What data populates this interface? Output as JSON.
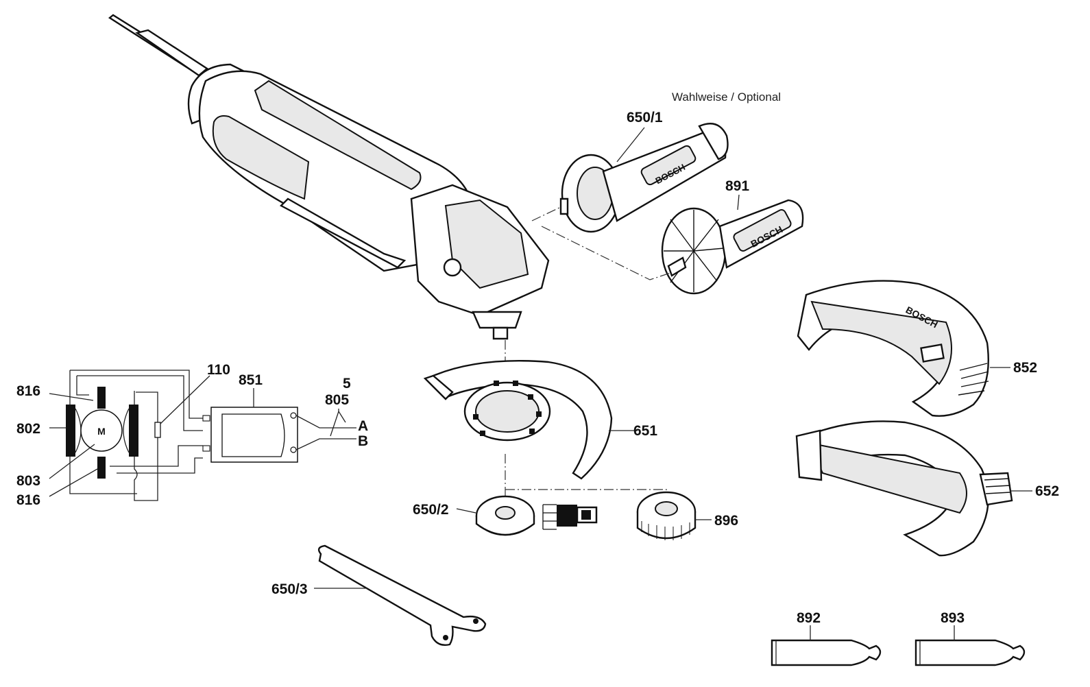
{
  "optional_note": "Wahlweise / Optional",
  "labels": {
    "p650_1": "650/1",
    "p891": "891",
    "p852": "852",
    "p651": "651",
    "p652": "652",
    "p650_2": "650/2",
    "p896": "896",
    "p650_3": "650/3",
    "p892": "892",
    "p893": "893",
    "p110": "110",
    "p851": "851",
    "p816_top": "816",
    "p802": "802",
    "p803": "803",
    "p816_bottom": "816",
    "p5": "5",
    "p805": "805",
    "termA": "A",
    "termB": "B",
    "motor": "M"
  },
  "brand_mark": "BOSCH"
}
